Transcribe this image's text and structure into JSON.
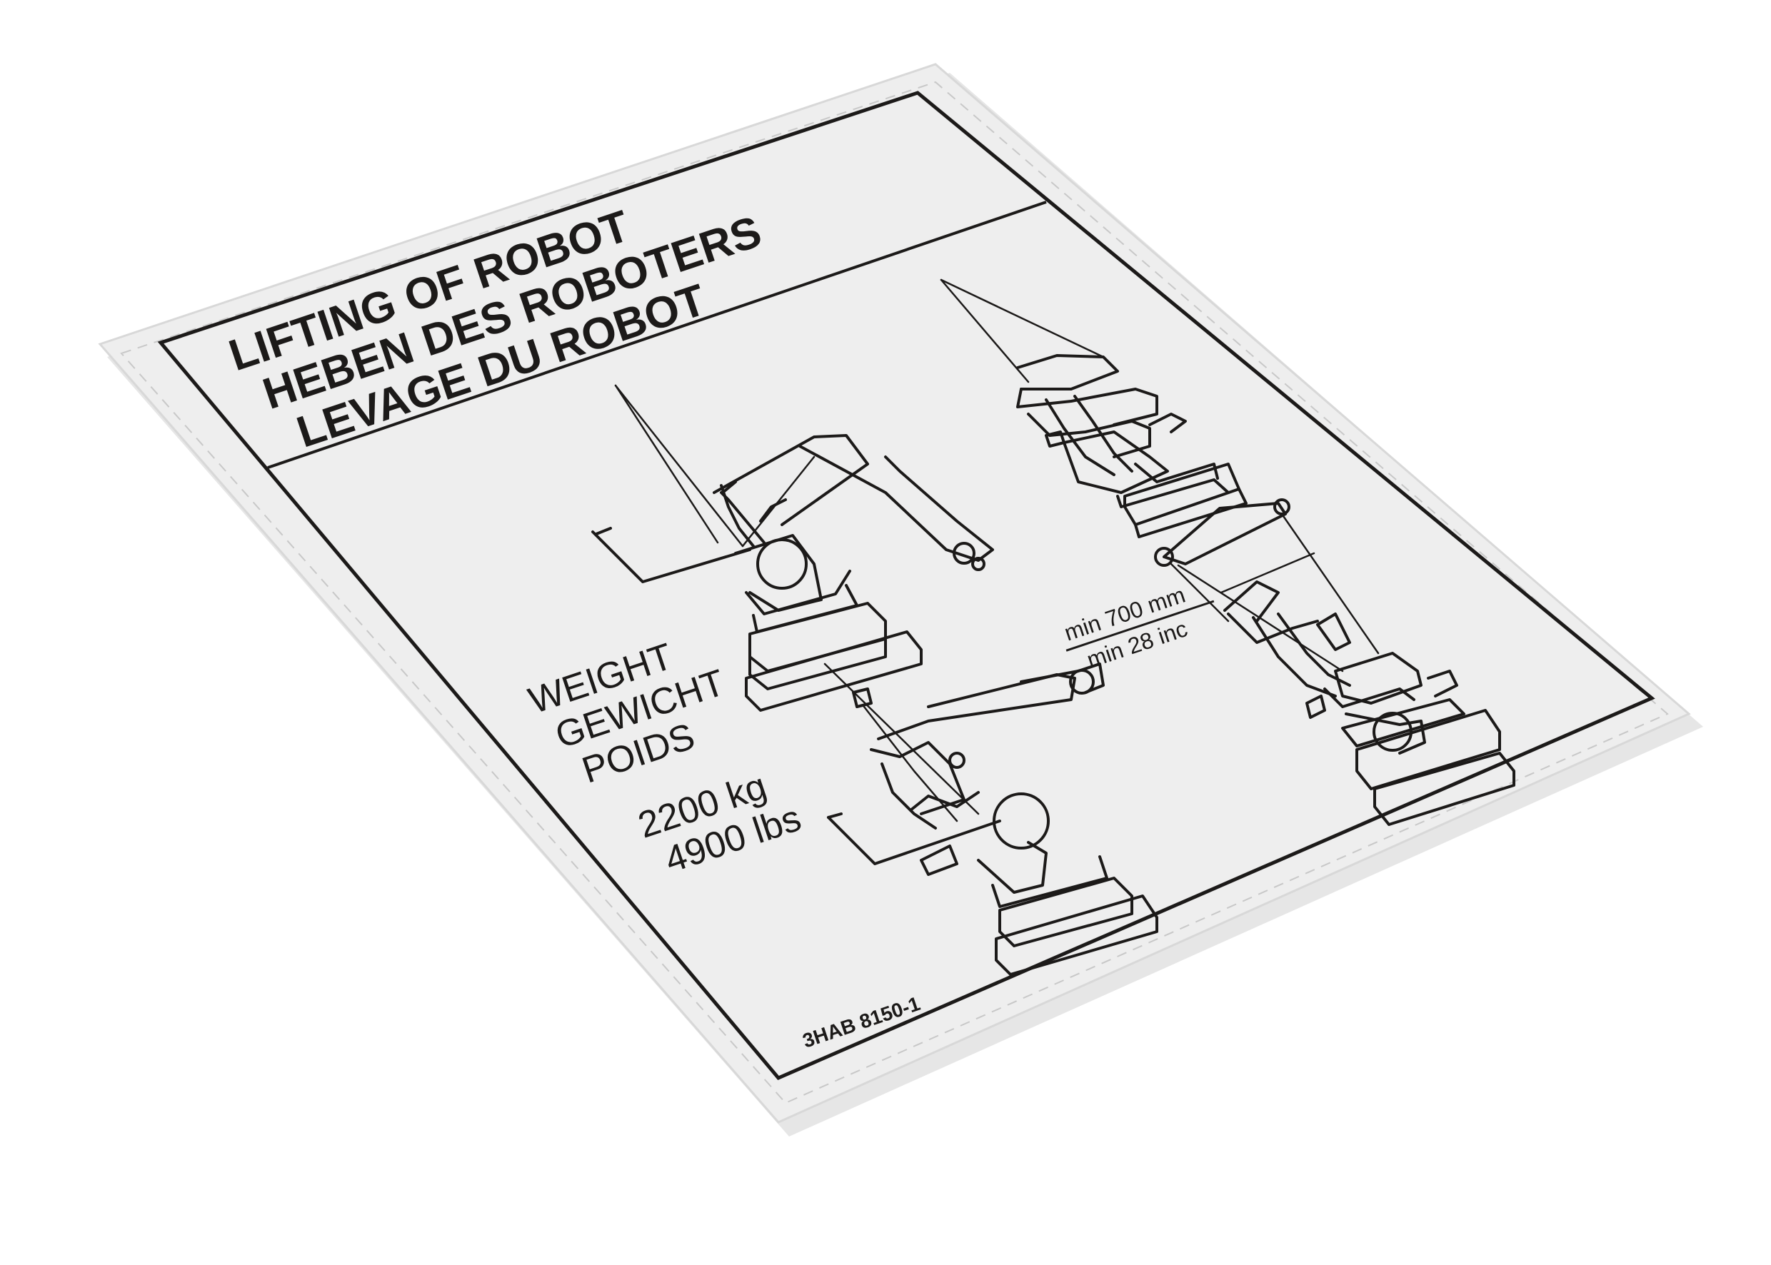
{
  "sign": {
    "title_lines": [
      "LIFTING OF ROBOT",
      "HEBEN DES ROBOTERS",
      "LEVAGE DU ROBOT"
    ],
    "weight_labels": [
      "WEIGHT",
      "GEWICHT",
      "POIDS"
    ],
    "weight_values": [
      "2200 kg",
      "4900 lbs"
    ],
    "min_distance_metric": "min 700 mm",
    "min_distance_imperial": "min 28 inc",
    "part_number": "3HAB 8150-1"
  },
  "colors": {
    "ink": "#1c1a19",
    "card": "#eeeeee",
    "card_edge": "#d4d4d4",
    "card_shadow": "#e4e4e4",
    "background": "#ffffff"
  }
}
